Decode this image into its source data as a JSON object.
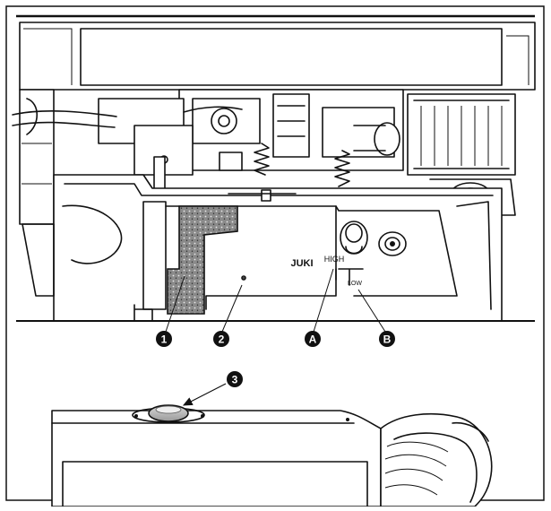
{
  "figure": {
    "brand_text": "JUKI",
    "position_high": "HIGH",
    "position_low": "LOW"
  },
  "callouts": [
    {
      "id": "callout-1",
      "label": "1"
    },
    {
      "id": "callout-2",
      "label": "2"
    },
    {
      "id": "callout-a",
      "label": "A"
    },
    {
      "id": "callout-b",
      "label": "B"
    },
    {
      "id": "callout-3",
      "label": "3"
    }
  ],
  "colors": {
    "line": "#111111",
    "felt_fill": "#7a7a7a",
    "background": "#ffffff"
  }
}
